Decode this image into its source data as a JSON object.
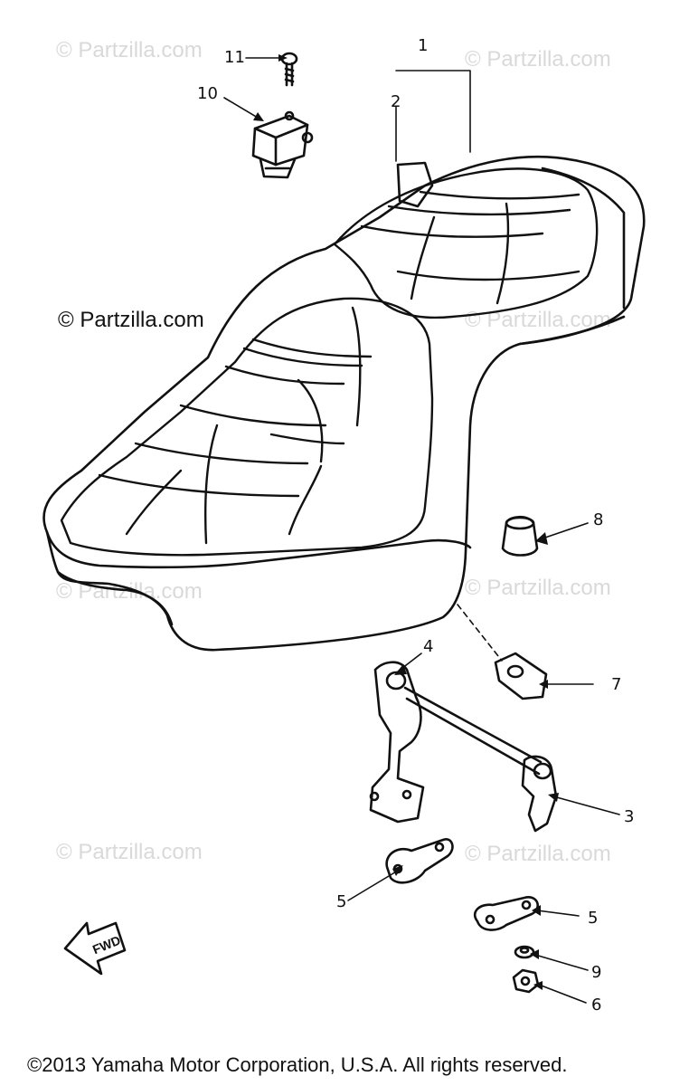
{
  "watermarks": {
    "faint": "© Partzilla.com",
    "main": "© Partzilla.com"
  },
  "callouts": [
    "1",
    "2",
    "3",
    "4",
    "5",
    "5",
    "6",
    "7",
    "8",
    "9",
    "10",
    "11"
  ],
  "fwd_label": "FWD",
  "footer": "©2013 Yamaha Motor Corporation, U.S.A. All rights reserved.",
  "colors": {
    "line": "#111111",
    "watermark": "#d9d9d9",
    "background": "#ffffff"
  }
}
